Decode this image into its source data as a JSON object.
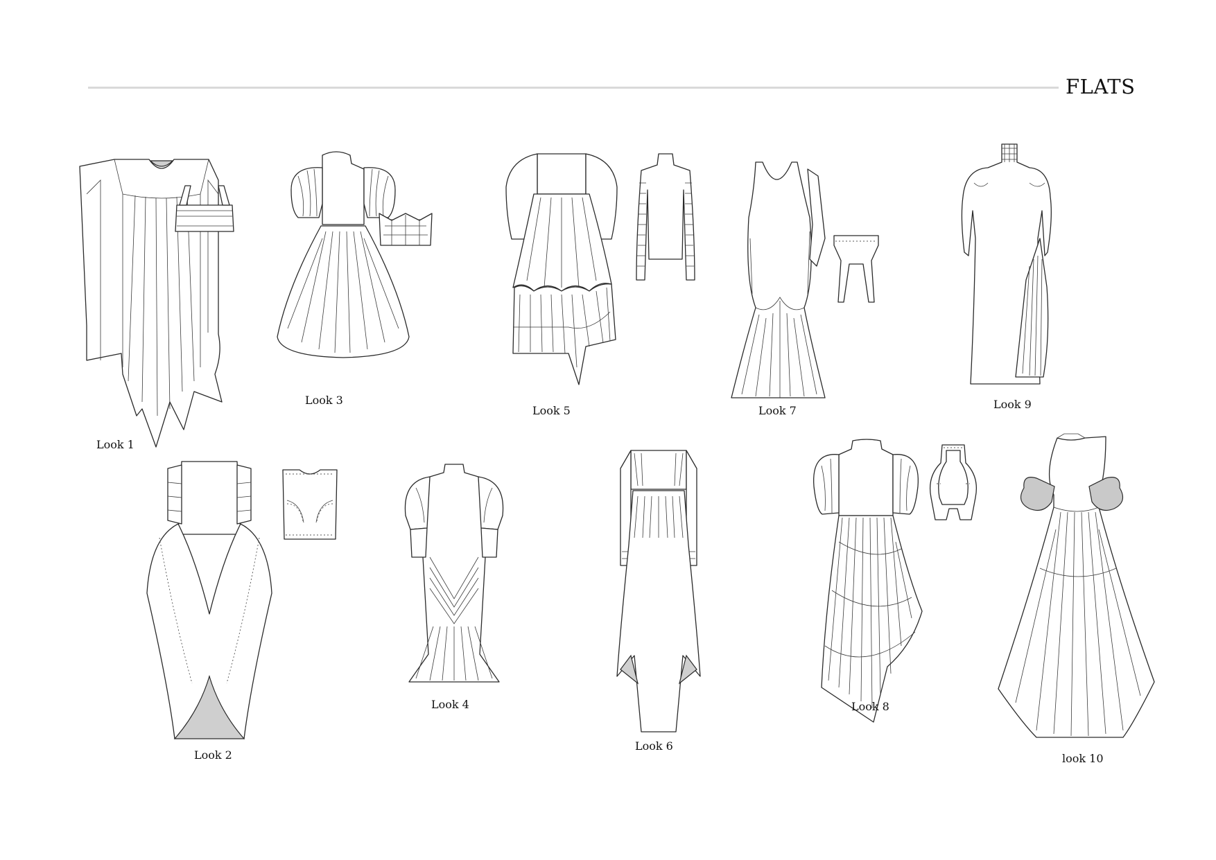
{
  "header": {
    "title": "FLATS"
  },
  "looks": [
    {
      "id": "look-1",
      "label": "Look 1"
    },
    {
      "id": "look-2",
      "label": "Look 2"
    },
    {
      "id": "look-3",
      "label": "Look 3"
    },
    {
      "id": "look-4",
      "label": "Look 4"
    },
    {
      "id": "look-5",
      "label": "Look 5"
    },
    {
      "id": "look-6",
      "label": "Look 6"
    },
    {
      "id": "look-7",
      "label": "Look 7"
    },
    {
      "id": "look-8",
      "label": "Look 8"
    },
    {
      "id": "look-9",
      "label": "Look 9"
    },
    {
      "id": "look-10",
      "label": "look 10"
    }
  ]
}
